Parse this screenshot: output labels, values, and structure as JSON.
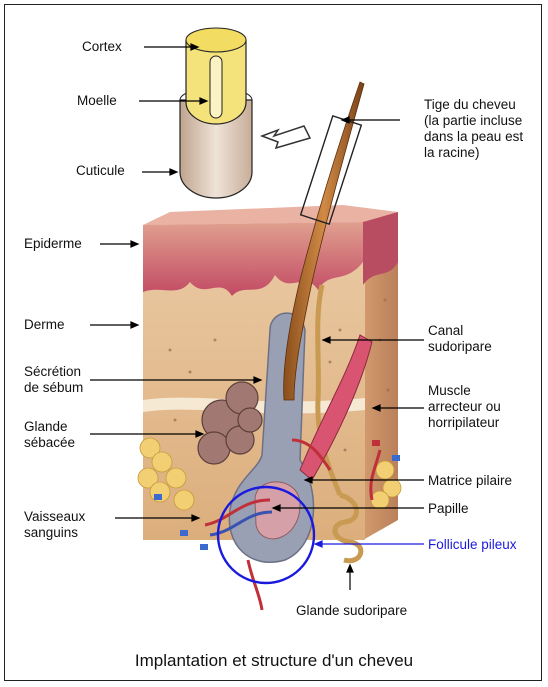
{
  "labels": {
    "cortex": "Cortex",
    "moelle": "Moelle",
    "cuticule": "Cuticule",
    "tige": "Tige du cheveu\n(la partie incluse\ndans la peau est\nla racine)",
    "epiderme": "Epiderme",
    "derme": "Derme",
    "secretion": "Sécrétion\nde sébum",
    "glande_sebacee": "Glande\nsébacée",
    "vaisseaux": "Vaisseaux\nsanguins",
    "canal": "Canal\nsudoripare",
    "muscle": "Muscle\narrecteur ou\nhorripilateur",
    "matrice": "Matrice pilaire",
    "papille": "Papille",
    "follicule": "Follicule pileux",
    "glande_sudoripare": "Glande sudoripare"
  },
  "caption": "Implantation et structure d'un cheveu",
  "colors": {
    "follicule_circle": "#1a1adf",
    "epidermis": "#c85a6e",
    "dermis": "#e7c49a",
    "hair_shaft": "#b5702e"
  }
}
